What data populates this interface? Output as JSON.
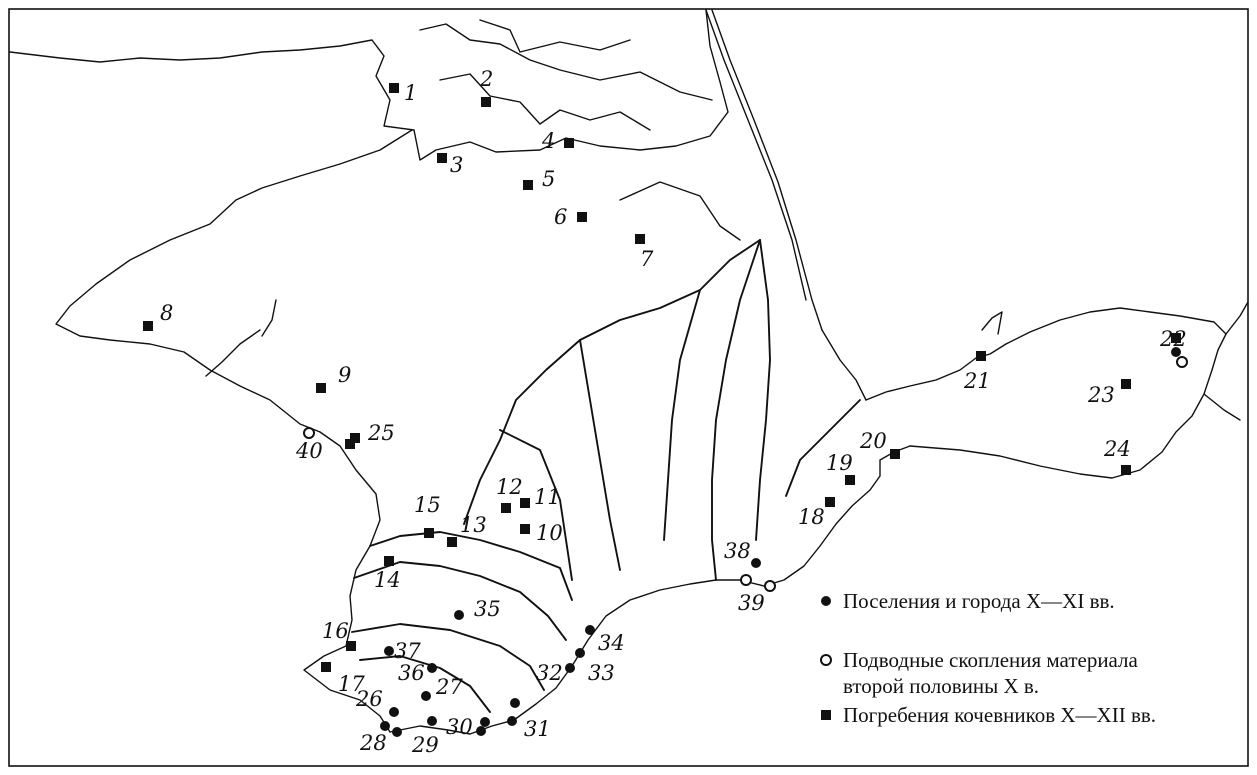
{
  "legend": {
    "settlements": "Поселения и города X—XI вв.",
    "underwater_line1": "Подводные скопления материала",
    "underwater_line2": "второй половины X в.",
    "burials": "Погребения кочевников X—XII вв."
  },
  "site_types": {
    "burial": "filled-square",
    "settlement": "filled-circle",
    "underwater": "open-circle"
  },
  "labels": [
    "1",
    "2",
    "3",
    "4",
    "5",
    "6",
    "7",
    "8",
    "9",
    "10",
    "11",
    "12",
    "13",
    "14",
    "15",
    "16",
    "17",
    "18",
    "19",
    "20",
    "21",
    "22",
    "23",
    "24",
    "25",
    "26",
    "27",
    "28",
    "29",
    "30",
    "31",
    "32",
    "33",
    "34",
    "35",
    "36",
    "37",
    "38",
    "39",
    "40"
  ],
  "colors": {
    "ink": "#111111",
    "paper": "#ffffff"
  }
}
